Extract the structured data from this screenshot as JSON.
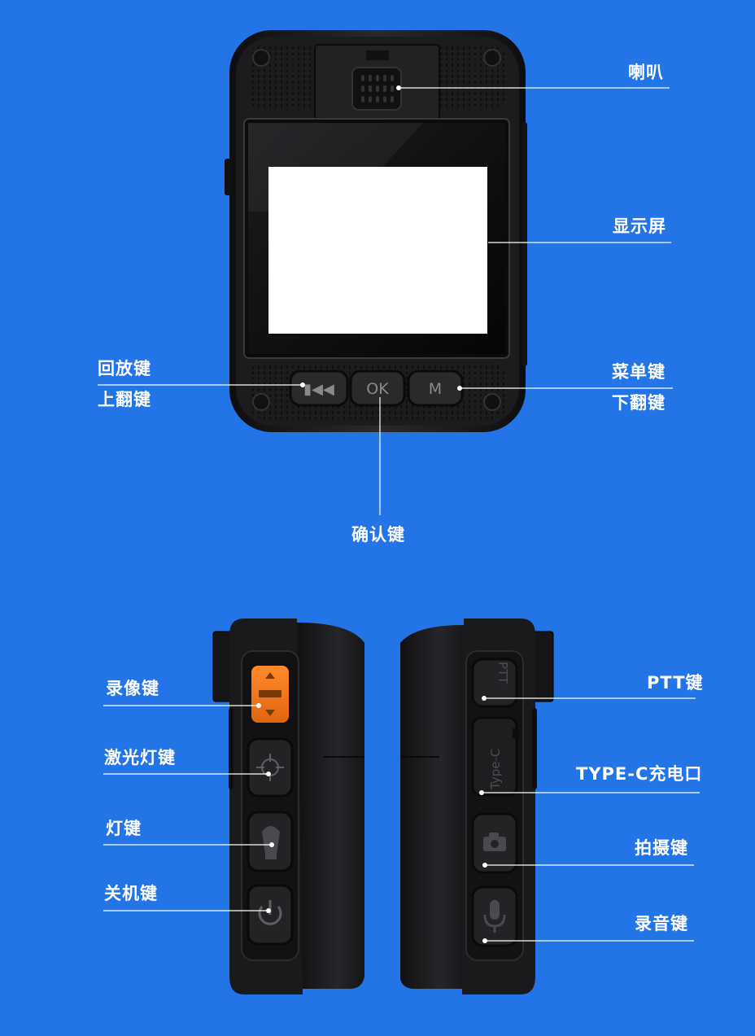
{
  "colors": {
    "background": "#2374e6",
    "device_body": "#1c1c1e",
    "record_button": "#f07a1c",
    "callout_line": "#ffffff"
  },
  "front_view": {
    "buttons": {
      "playback": "▮◀◀",
      "ok": "OK",
      "menu": "M"
    },
    "labels": {
      "speaker": "喇叭",
      "display": "显示屏",
      "playback_key": "回放键",
      "page_up_key": "上翻键",
      "menu_key": "菜单键",
      "page_down_key": "下翻键",
      "confirm_key": "确认键"
    }
  },
  "left_side_view": {
    "labels": {
      "record_key": "录像键",
      "laser_key": "激光灯键",
      "light_key": "灯键",
      "power_key": "关机键"
    }
  },
  "right_side_view": {
    "port_text": "Type-C",
    "ptt_text": "PTT",
    "labels": {
      "ptt_key": "PTT键",
      "typec_port": "TYPE-C充电口",
      "photo_key": "拍摄键",
      "audio_key": "录音键"
    }
  }
}
